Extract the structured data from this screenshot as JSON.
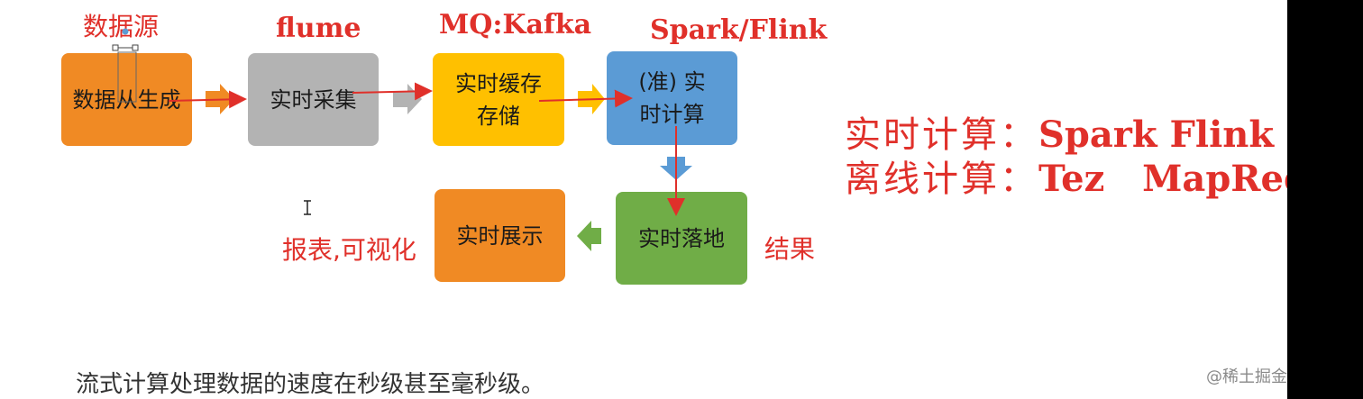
{
  "diagram": {
    "top_labels": {
      "source": "数据源",
      "collect": "flume",
      "cache": "MQ:Kafka",
      "compute": "Spark/Flink"
    },
    "boxes": {
      "generate": "数据从生成",
      "collect": "实时采集",
      "cache_line1": "实时缓存",
      "cache_line2": "存储",
      "compute_line1": "(准) 实",
      "compute_line2": "时计算",
      "land": "实时落地",
      "display": "实时展示"
    },
    "side_labels": {
      "result": "结果",
      "report": "报表,可视化"
    },
    "colors": {
      "orange": "#f08a24",
      "gray": "#b3b3b3",
      "yellow": "#ffc000",
      "blue": "#5b9bd5",
      "green": "#70ad47",
      "red_text": "#e0302a"
    }
  },
  "summary": {
    "realtime_label": "实时计算：",
    "realtime_value": "Spark Flink",
    "offline_label": "离线计算：",
    "offline_value": "Tez   MapReduce"
  },
  "caption": "流式计算处理数据的速度在秒级甚至毫秒级。",
  "watermark": "@稀土掘金技术社区"
}
